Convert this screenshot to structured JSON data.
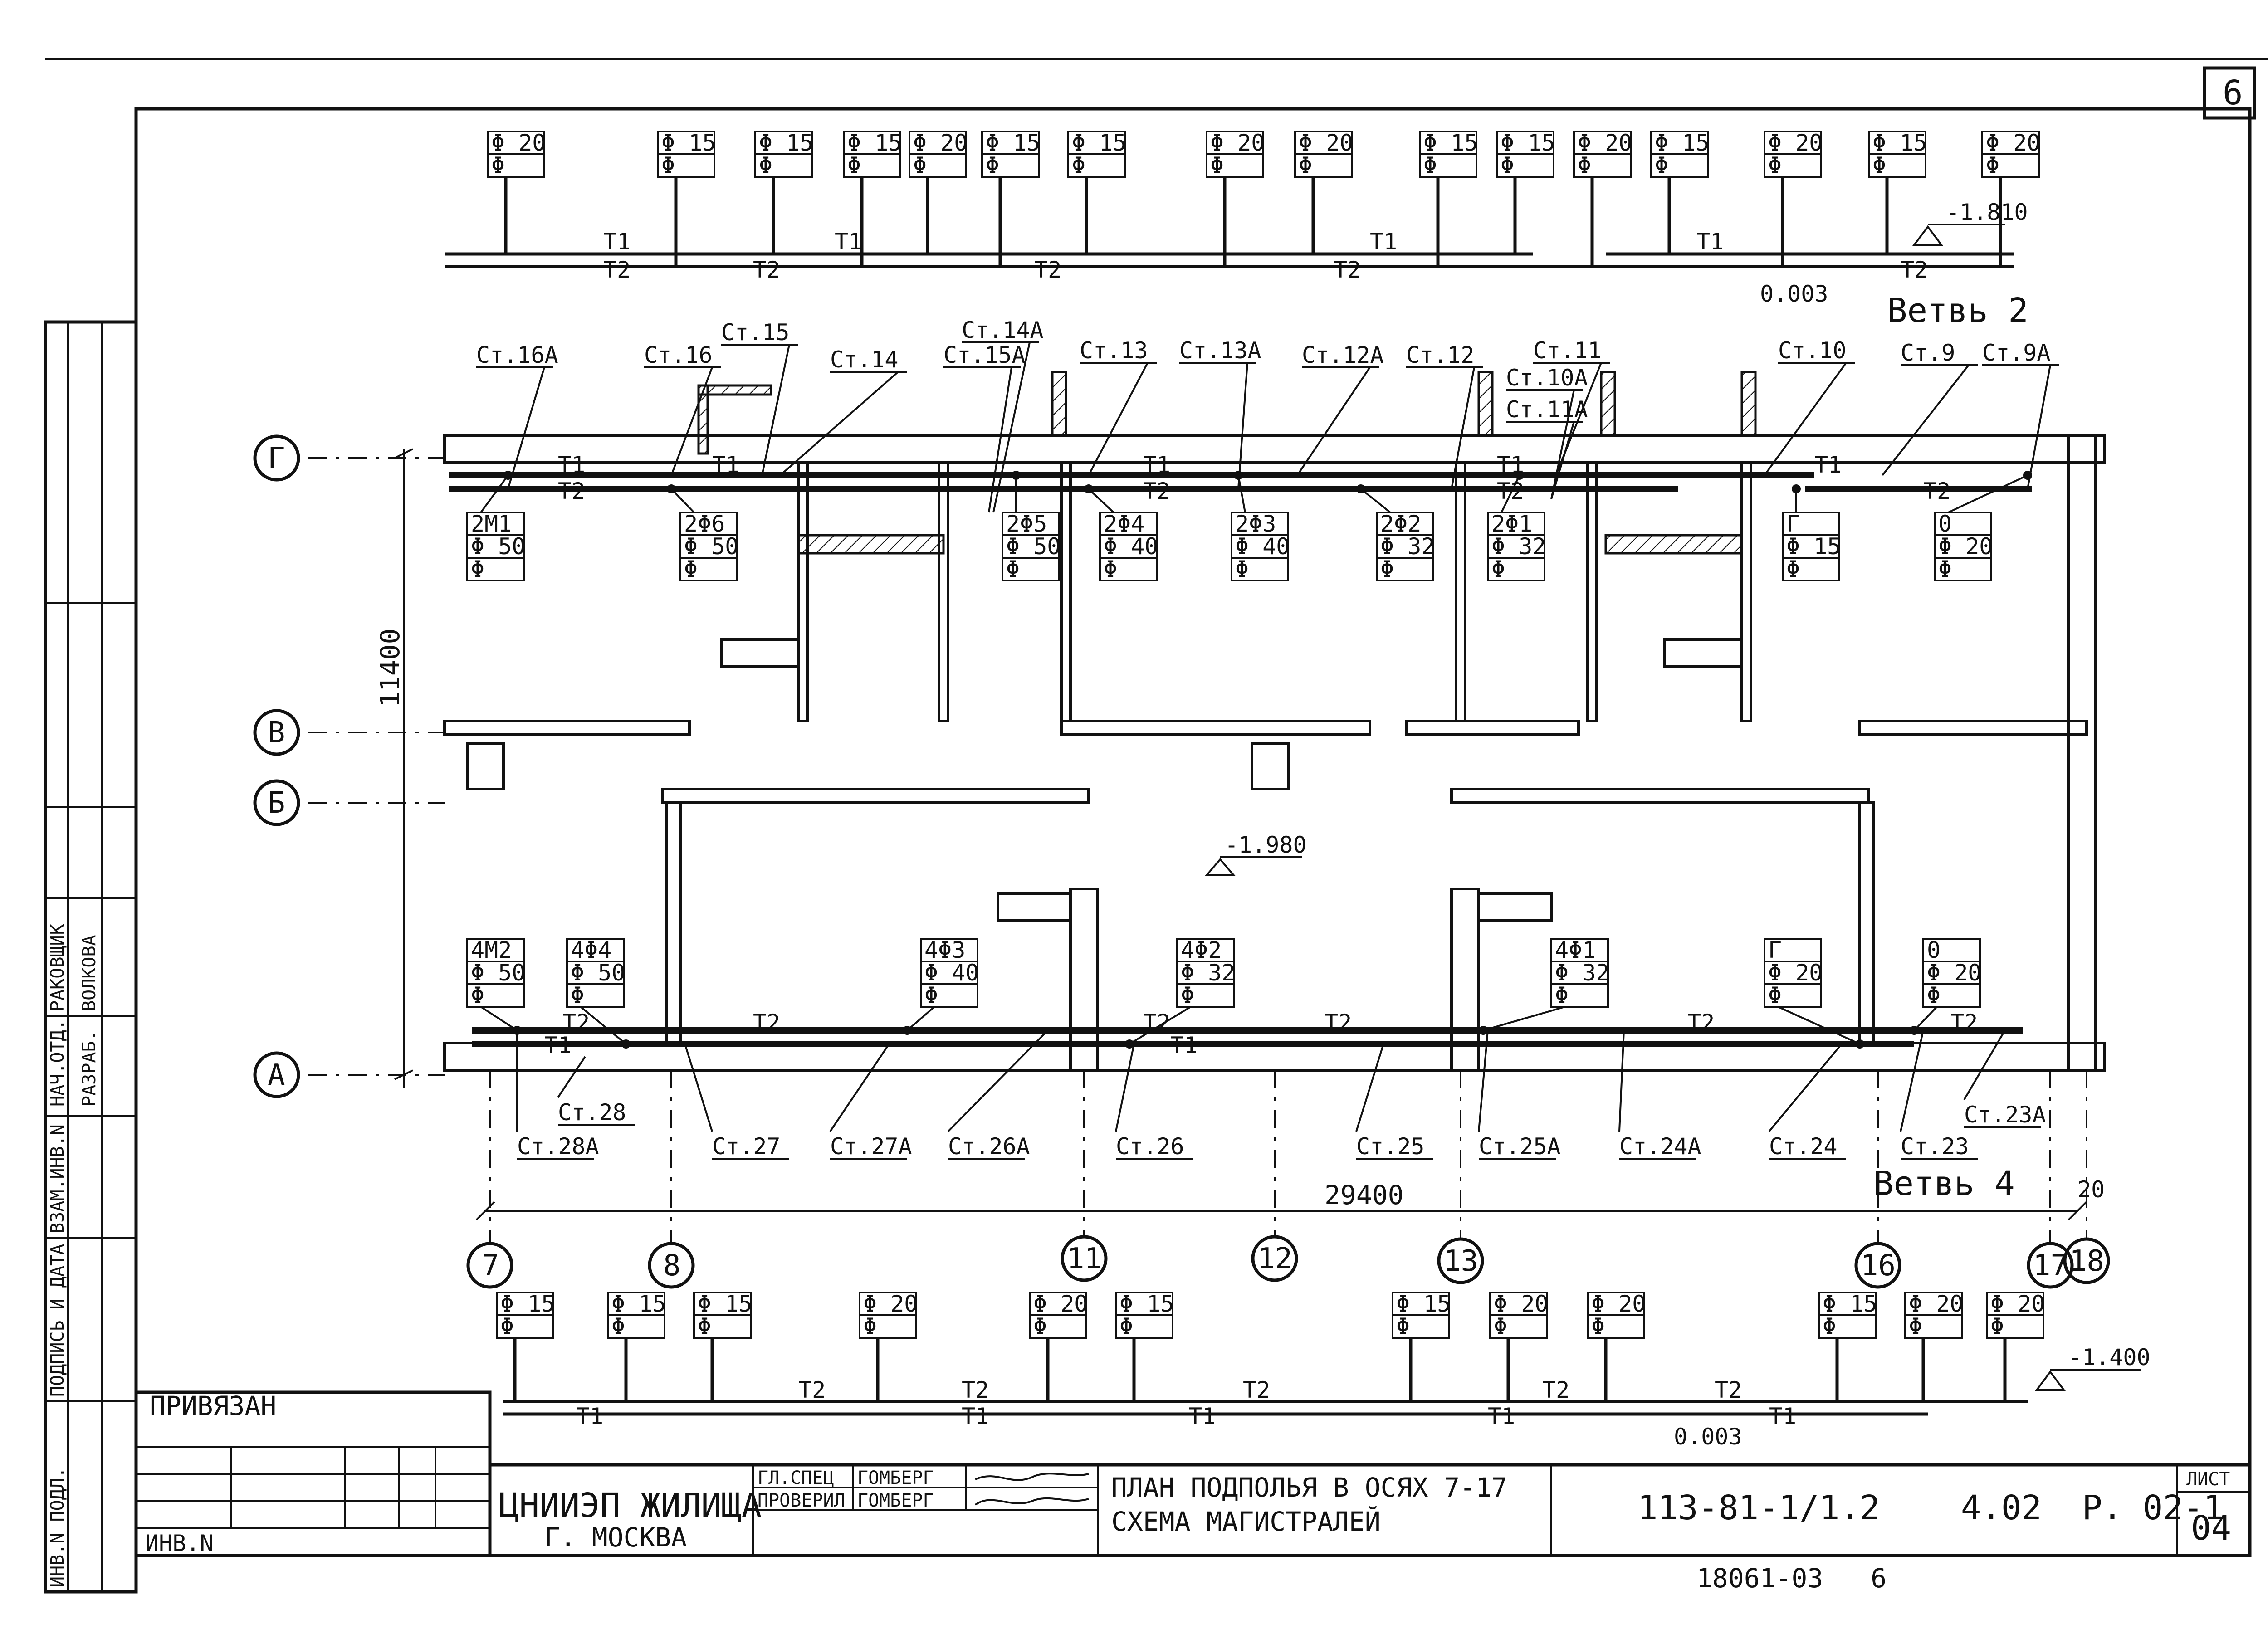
{
  "sheet_number": "6",
  "branches": {
    "top": "Ветвь 2",
    "bottom": "Ветвь 4"
  },
  "levels": {
    "top": "-1.810",
    "middle": "-1.980",
    "bottom": "-1.400"
  },
  "slopes": {
    "top": "0.003",
    "bottom": "0.003"
  },
  "dimensions": {
    "vertical": "11400",
    "horizontal": "29400",
    "small": "20"
  },
  "axes_rows": [
    "Г",
    "В",
    "Б",
    "А"
  ],
  "axes_cols": [
    "7",
    "8",
    "11",
    "12",
    "13",
    "16",
    "17",
    "18"
  ],
  "pipes": {
    "t1": "T1",
    "t2": "T2"
  },
  "top_scheme_tags": [
    {
      "d": "Φ 20",
      "s": "Φ"
    },
    {
      "d": "Φ 15",
      "s": "Φ"
    },
    {
      "d": "Φ 15",
      "s": "Φ"
    },
    {
      "d": "Φ 15",
      "s": "Φ"
    },
    {
      "d": "Φ 20",
      "s": "Φ"
    },
    {
      "d": "Φ 15",
      "s": "Φ"
    },
    {
      "d": "Φ 15",
      "s": "Φ"
    },
    {
      "d": "Φ 20",
      "s": "Φ"
    },
    {
      "d": "Φ 20",
      "s": "Φ"
    },
    {
      "d": "Φ 15",
      "s": "Φ"
    },
    {
      "d": "Φ 15",
      "s": "Φ"
    },
    {
      "d": "Φ 20",
      "s": "Φ"
    },
    {
      "d": "Φ 15",
      "s": "Φ"
    },
    {
      "d": "Φ 20",
      "s": "Φ"
    },
    {
      "d": "Φ 15",
      "s": "Φ"
    },
    {
      "d": "Φ 20",
      "s": "Φ"
    }
  ],
  "bottom_scheme_tags": [
    {
      "d": "Φ 15",
      "s": "Φ"
    },
    {
      "d": "Φ 15",
      "s": "Φ"
    },
    {
      "d": "Φ 15",
      "s": "Φ"
    },
    {
      "d": "Φ 20",
      "s": "Φ"
    },
    {
      "d": "Φ 20",
      "s": "Φ"
    },
    {
      "d": "Φ 15",
      "s": "Φ"
    },
    {
      "d": "Φ 15",
      "s": "Φ"
    },
    {
      "d": "Φ 20",
      "s": "Φ"
    },
    {
      "d": "Φ 20",
      "s": "Φ"
    },
    {
      "d": "Φ 15",
      "s": "Φ"
    },
    {
      "d": "Φ 20",
      "s": "Φ"
    },
    {
      "d": "Φ 20",
      "s": "Φ"
    }
  ],
  "risers_top": [
    "Ст.16А",
    "Ст.16",
    "Ст.15",
    "Ст.14",
    "Ст.14А",
    "Ст.15А",
    "Ст.13",
    "Ст.13А",
    "Ст.12А",
    "Ст.12",
    "Ст.11",
    "Ст.10А",
    "Ст.11А",
    "Ст.10",
    "Ст.9",
    "Ст.9А"
  ],
  "risers_bottom": [
    "Ст.28",
    "Ст.28А",
    "Ст.27",
    "Ст.27А",
    "Ст.26А",
    "Ст.26",
    "Ст.25",
    "Ст.25А",
    "Ст.24А",
    "Ст.24",
    "Ст.23",
    "Ст.23А"
  ],
  "unit_tags_top": [
    {
      "a": "2М1",
      "b": "Φ 50",
      "c": "Φ"
    },
    {
      "a": "2Φ6",
      "b": "Φ 50",
      "c": "Φ"
    },
    {
      "a": "2Φ5",
      "b": "Φ 50",
      "c": "Φ"
    },
    {
      "a": "2Φ4",
      "b": "Φ 40",
      "c": "Φ"
    },
    {
      "a": "2Φ3",
      "b": "Φ 40",
      "c": "Φ"
    },
    {
      "a": "2Φ2",
      "b": "Φ 32",
      "c": "Φ"
    },
    {
      "a": "2Φ1",
      "b": "Φ 32",
      "c": "Φ"
    },
    {
      "a": "Г",
      "b": "Φ 15",
      "c": "Φ"
    },
    {
      "a": "0",
      "b": "Φ 20",
      "c": "Φ"
    }
  ],
  "unit_tags_bottom": [
    {
      "a": "4М2",
      "b": "Φ 50",
      "c": "Φ"
    },
    {
      "a": "4Φ4",
      "b": "Φ 50",
      "c": "Φ"
    },
    {
      "a": "4Φ3",
      "b": "Φ 40",
      "c": "Φ"
    },
    {
      "a": "4Φ2",
      "b": "Φ 32",
      "c": "Φ"
    },
    {
      "a": "4Φ1",
      "b": "Φ 32",
      "c": "Φ"
    },
    {
      "a": "Г",
      "b": "Φ 20",
      "c": "Φ"
    },
    {
      "a": "0",
      "b": "Φ 20",
      "c": "Φ"
    }
  ],
  "side_stamp": [
    "НАЧ.ОТД.",
    "РАКОВЩИК",
    "РАЗРАБ.",
    "ВОЛКОВА",
    "ВЗАМ.ИНВ.N",
    "ПОДПИСЬ И ДАТА",
    "ИНВ.N ПОДЛ."
  ],
  "title_block": {
    "attached": "ПРИВЯЗАН",
    "inv": "ИНВ.N",
    "org1": "ЦНИИЭП ЖИЛИЩА",
    "org2": "Г. МОСКВА",
    "role1": "ГЛ.СПЕЦ",
    "name1": "ГОМБЕРГ",
    "role2": "ПРОВЕРИЛ",
    "name2": "ГОМБЕРГ",
    "title1": "ПЛАН ПОДПОЛЬЯ В ОСЯХ 7-17",
    "title2": "СХЕМА МАГИСТРАЛЕЙ",
    "code": "113-81-1/1.2    4.02  Р. 02-1",
    "sheet_label": "ЛИСТ",
    "sheet_no": "04",
    "footer": "18061-03   6"
  }
}
